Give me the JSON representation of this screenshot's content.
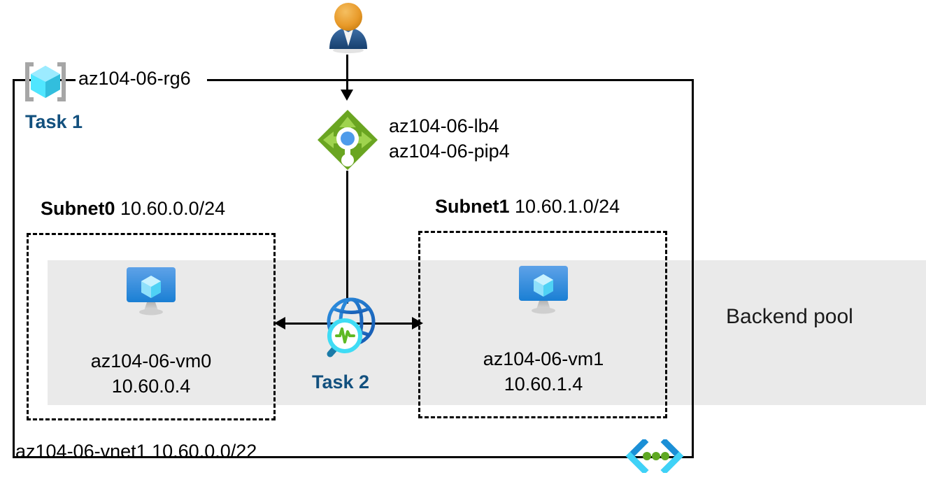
{
  "diagram": {
    "title": "Azure load balancer lab topology",
    "resource_group": {
      "name": "az104-06-rg6",
      "icon": "resource-group-icon",
      "task_label": "Task 1"
    },
    "user": {
      "icon": "user-icon"
    },
    "load_balancer": {
      "icon": "load-balancer-icon",
      "name": "az104-06-lb4",
      "public_ip": "az104-06-pip4"
    },
    "subnets": [
      {
        "name": "Subnet0",
        "cidr": "10.60.0.0/24",
        "vm": {
          "icon": "virtual-machine-icon",
          "name": "az104-06-vm0",
          "ip": "10.60.0.4"
        }
      },
      {
        "name": "Subnet1",
        "cidr": "10.60.1.0/24",
        "vm": {
          "icon": "virtual-machine-icon",
          "name": "az104-06-vm1",
          "ip": "10.60.1.4"
        }
      }
    ],
    "network_watcher": {
      "icon": "network-watcher-icon",
      "task_label": "Task 2"
    },
    "backend_pool": {
      "label": "Backend pool"
    },
    "vnet": {
      "icon": "virtual-network-icon",
      "label": "az104-06-vnet1 10.60.0.0/22"
    },
    "colors": {
      "task_blue": "#12507e",
      "backend_band": "#eaeaea",
      "lb_green": "#6aa521",
      "vm_blue": "#1e84d6",
      "globe_blue": "#1f7fd4",
      "vnet_cyan": "#32c8f0",
      "vnet_dot_green": "#5fa822"
    }
  }
}
